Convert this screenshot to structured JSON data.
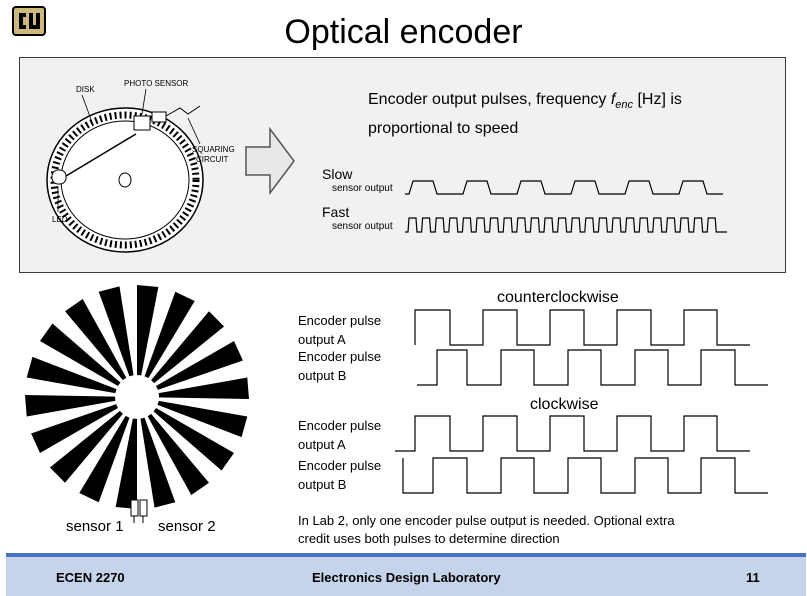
{
  "slide": {
    "title": "Optical encoder",
    "encoder_diagram": {
      "labels": {
        "disk": "DISK",
        "photo_sensor": "PHOTO SENSOR",
        "squaring": "SQUARING",
        "circuit": "CIRCUIT",
        "led": "LED"
      }
    },
    "description": {
      "before": "Encoder output pulses, frequency",
      "f_symbol": "f",
      "f_subscript": "enc",
      "after": " [Hz] is",
      "line2": "proportional to  speed"
    },
    "speed_waveforms": {
      "slow_label": "Slow",
      "slow_sub": "sensor output",
      "fast_label": "Fast",
      "fast_sub": "sensor output"
    },
    "wheel": {
      "sensor1": "sensor 1",
      "sensor2": "sensor 2"
    },
    "direction_waveforms": {
      "ccw_heading": "counterclockwise",
      "cw_heading": "clockwise",
      "ccw_a_label_1": "Encoder pulse",
      "ccw_a_label_2": "output A",
      "ccw_b_label_1": "Encoder pulse",
      "ccw_b_label_2": "output B",
      "cw_a_label_1": "Encoder pulse",
      "cw_a_label_2": "output A",
      "cw_b_label_1": "Encoder pulse",
      "cw_b_label_2": "output B"
    },
    "note": {
      "line1": "In Lab 2, only one encoder pulse output is needed.  Optional extra",
      "line2": "credit uses both pulses to determine direction"
    }
  },
  "footer": {
    "course": "ECEN 2270",
    "lab": "Electronics Design Laboratory",
    "page": "11"
  },
  "colors": {
    "footer_band": "#c5d4ea",
    "footer_rule": "#4472c4",
    "logo_gold": "#cfb87c"
  }
}
